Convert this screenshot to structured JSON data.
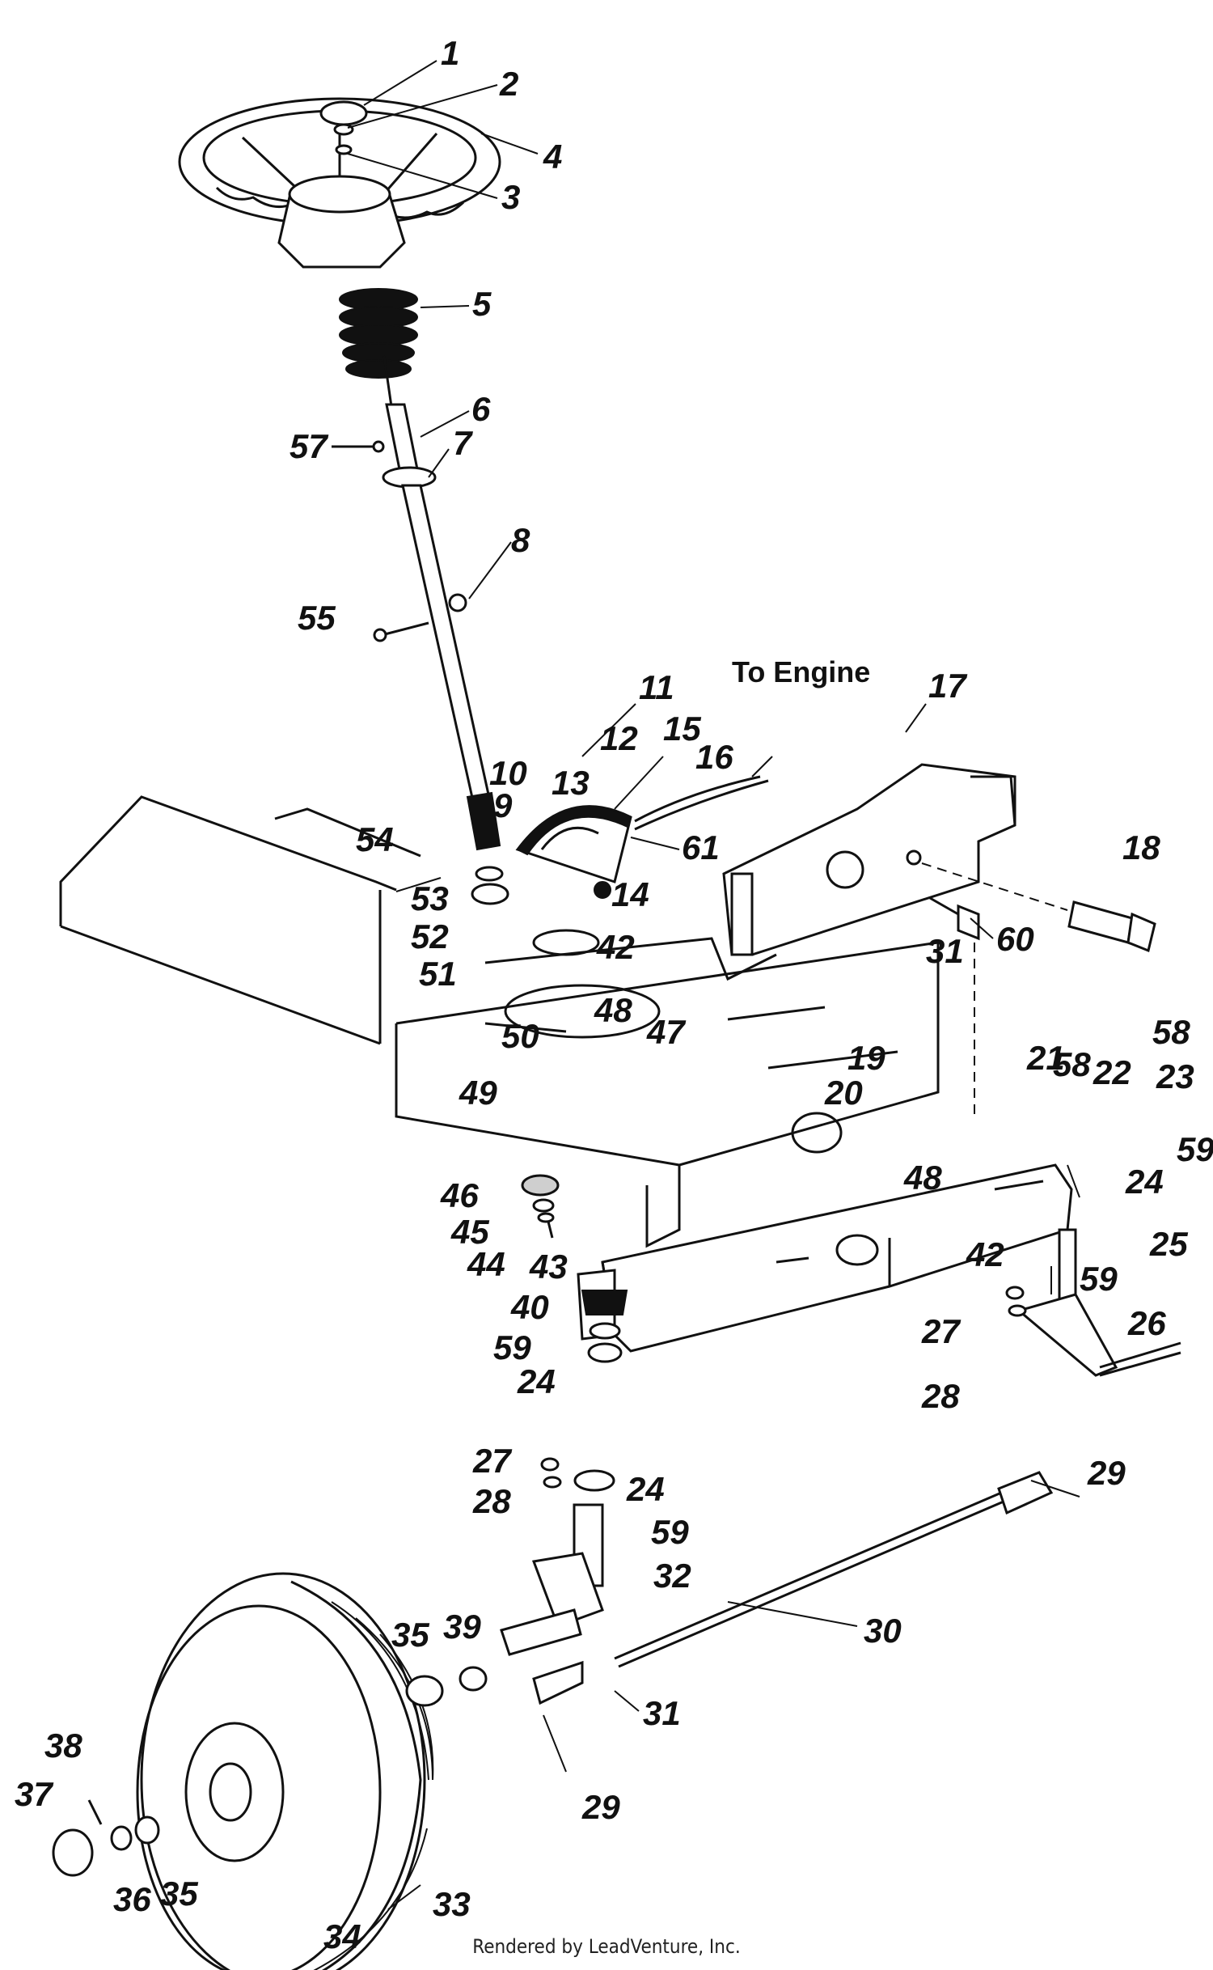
{
  "heading": "To Engine",
  "footer": "Rendered by LeadVenture, Inc.",
  "callouts": [
    "1",
    "2",
    "3",
    "4",
    "5",
    "6",
    "7",
    "57",
    "8",
    "55",
    "11",
    "12",
    "15",
    "16",
    "17",
    "10",
    "13",
    "9",
    "54",
    "61",
    "53",
    "14",
    "52",
    "51",
    "42",
    "18",
    "60",
    "31",
    "48",
    "47",
    "50",
    "49",
    "19",
    "20",
    "21",
    "58",
    "22",
    "58",
    "23",
    "59",
    "24",
    "25",
    "42",
    "46",
    "45",
    "44",
    "43",
    "40",
    "59",
    "24",
    "27",
    "28",
    "59",
    "26",
    "29",
    "27",
    "28",
    "24",
    "59",
    "32",
    "30",
    "35",
    "39",
    "31",
    "29",
    "38",
    "37",
    "36",
    "35",
    "34",
    "33",
    "48"
  ]
}
